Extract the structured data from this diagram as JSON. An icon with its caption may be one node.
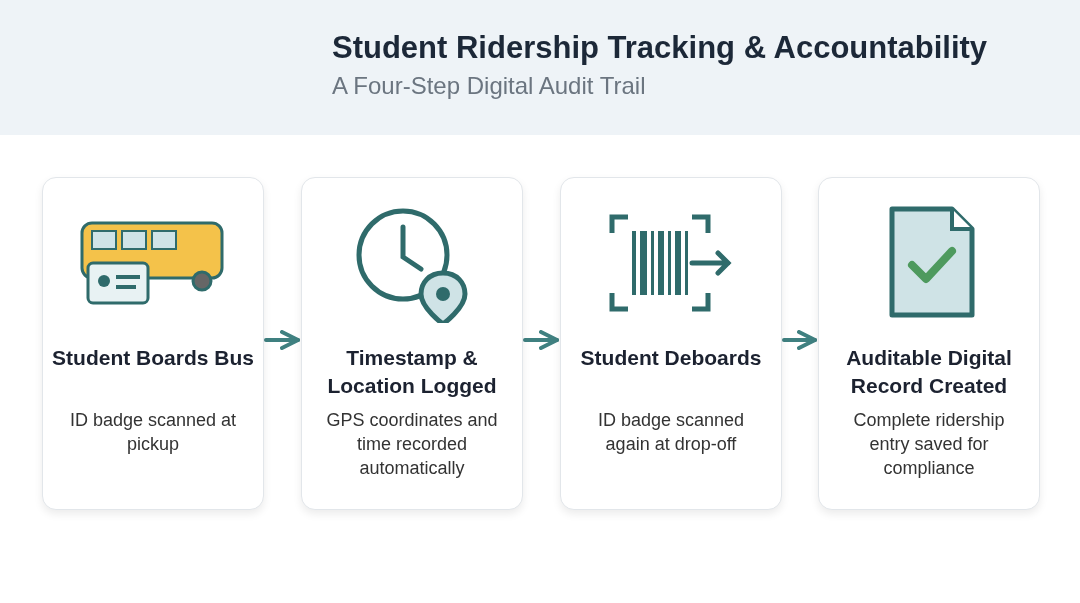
{
  "diagram": {
    "title": "Student Ridership Tracking & Accountability",
    "nodes": [
      {
        "text": [
          "Student Boards Bus",
          "ID badge scanned at pickup"
        ]
      },
      {
        "text": [
          "Timestamp & Location Logged",
          "GPS coordinates and time recorded automatically"
        ]
      },
      {
        "text": [
          "Student Deboards",
          "ID badge scanned again at drop-off"
        ]
      },
      {
        "text": [
          "Auditable Digital Record Created",
          "Complete ridership entry saved for compliance"
        ]
      }
    ],
    "edges": [
      {
        "from": 0,
        "to": 1,
        "arrow": "to"
      },
      {
        "from": 1,
        "to": 2,
        "arrow": "to"
      },
      {
        "from": 2,
        "to": 3,
        "arrow": "to"
      }
    ],
    "labels": [
      "A Four-Step Digital Audit Trail"
    ]
  }
}
